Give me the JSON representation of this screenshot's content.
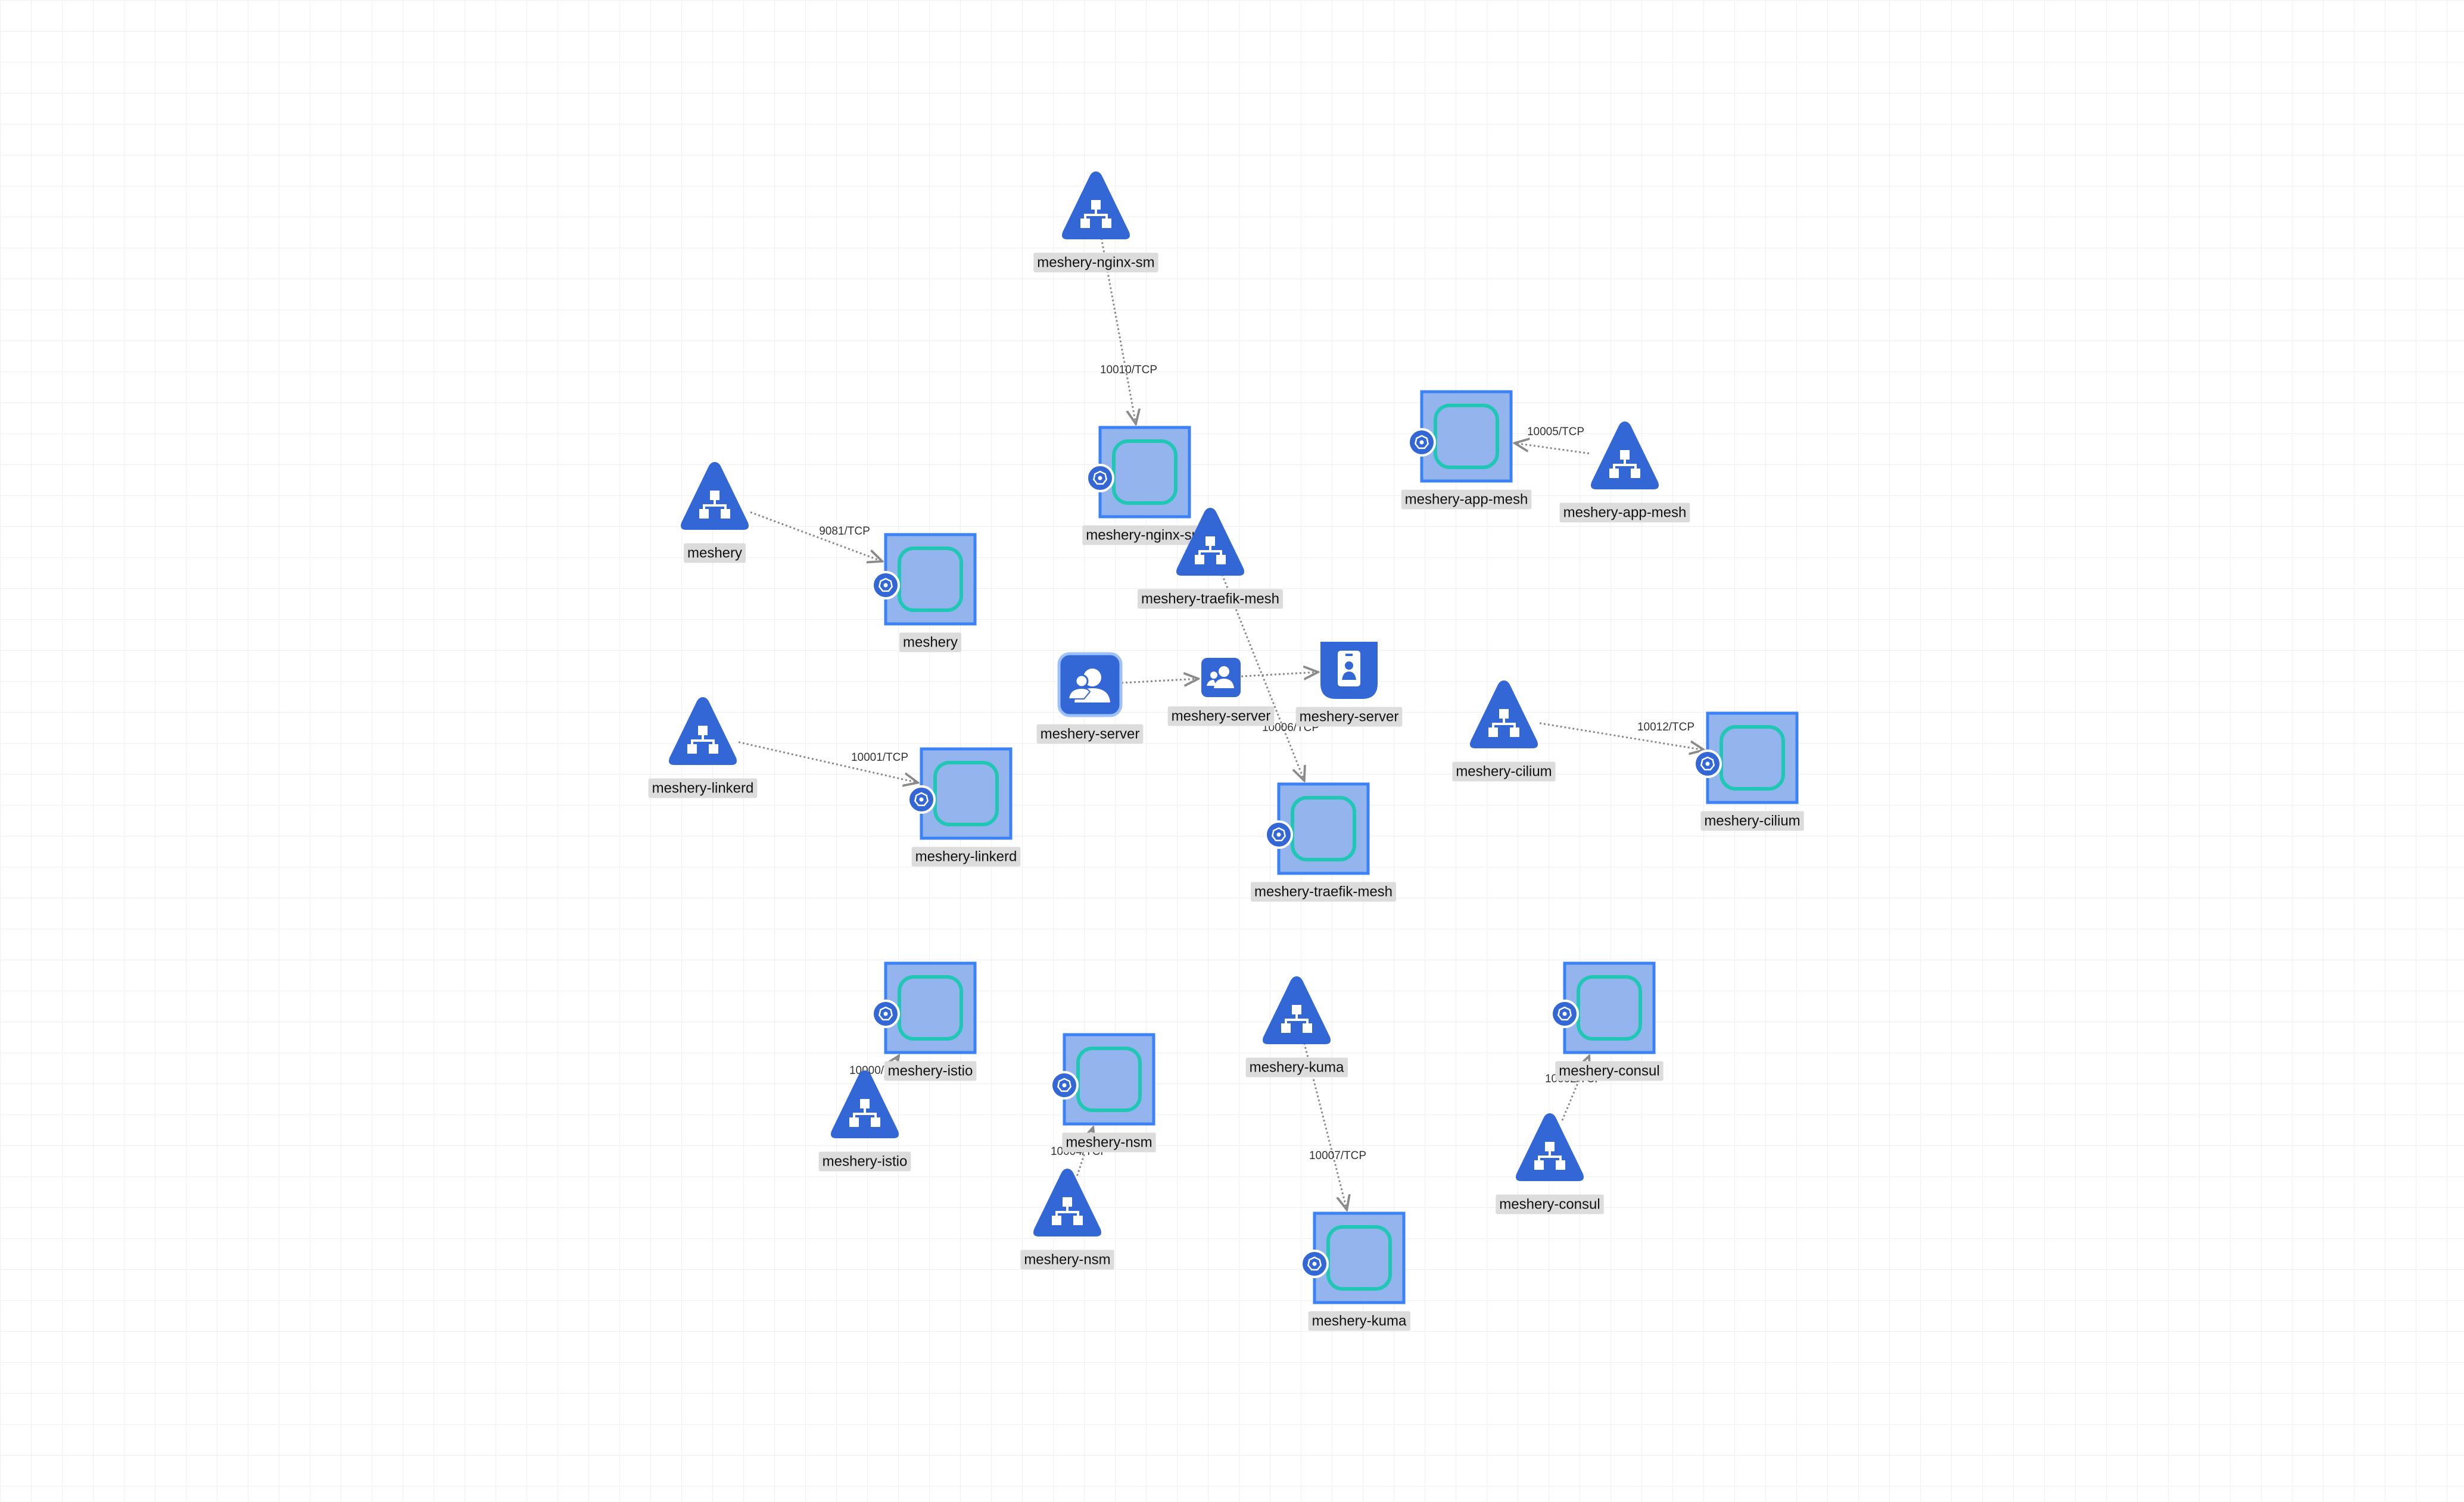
{
  "colors": {
    "service": "#3367d6",
    "pod_border": "#3b82f6",
    "pod_fill": "#93b4ec",
    "pod_inner": "#20c7b5",
    "edge": "#8a8a8a",
    "grid": "#f1f1f1"
  },
  "nodes": [
    {
      "id": "svc-nginx",
      "kind": "service",
      "icon": "network-hierarchy-icon",
      "label": "meshery-nginx-sm"
    },
    {
      "id": "pod-nginx",
      "kind": "pod",
      "icon": "kubernetes-icon",
      "label": "meshery-nginx-sm"
    },
    {
      "id": "svc-meshery",
      "kind": "service",
      "icon": "network-hierarchy-icon",
      "label": "meshery"
    },
    {
      "id": "pod-meshery",
      "kind": "pod",
      "icon": "kubernetes-icon",
      "label": "meshery"
    },
    {
      "id": "svc-traefik",
      "kind": "service",
      "icon": "network-hierarchy-icon",
      "label": "meshery-traefik-mesh"
    },
    {
      "id": "pod-traefik",
      "kind": "pod",
      "icon": "kubernetes-icon",
      "label": "meshery-traefik-mesh"
    },
    {
      "id": "pod-appmesh",
      "kind": "pod",
      "icon": "kubernetes-icon",
      "label": "meshery-app-mesh"
    },
    {
      "id": "svc-appmesh",
      "kind": "service",
      "icon": "network-hierarchy-icon",
      "label": "meshery-app-mesh"
    },
    {
      "id": "sa-server",
      "kind": "serviceaccount",
      "icon": "user-account-icon",
      "label": "meshery-server"
    },
    {
      "id": "rb-server",
      "kind": "rolebinding",
      "icon": "role-binding-icon",
      "label": "meshery-server"
    },
    {
      "id": "role-server",
      "kind": "role",
      "icon": "id-badge-icon",
      "label": "meshery-server"
    },
    {
      "id": "svc-linkerd",
      "kind": "service",
      "icon": "network-hierarchy-icon",
      "label": "meshery-linkerd"
    },
    {
      "id": "pod-linkerd",
      "kind": "pod",
      "icon": "kubernetes-icon",
      "label": "meshery-linkerd"
    },
    {
      "id": "svc-cilium",
      "kind": "service",
      "icon": "network-hierarchy-icon",
      "label": "meshery-cilium"
    },
    {
      "id": "pod-cilium",
      "kind": "pod",
      "icon": "kubernetes-icon",
      "label": "meshery-cilium"
    },
    {
      "id": "pod-istio",
      "kind": "pod",
      "icon": "kubernetes-icon",
      "label": "meshery-istio"
    },
    {
      "id": "svc-istio",
      "kind": "service",
      "icon": "network-hierarchy-icon",
      "label": "meshery-istio"
    },
    {
      "id": "pod-nsm",
      "kind": "pod",
      "icon": "kubernetes-icon",
      "label": "meshery-nsm"
    },
    {
      "id": "svc-nsm",
      "kind": "service",
      "icon": "network-hierarchy-icon",
      "label": "meshery-nsm"
    },
    {
      "id": "svc-kuma",
      "kind": "service",
      "icon": "network-hierarchy-icon",
      "label": "meshery-kuma"
    },
    {
      "id": "pod-kuma",
      "kind": "pod",
      "icon": "kubernetes-icon",
      "label": "meshery-kuma"
    },
    {
      "id": "pod-consul",
      "kind": "pod",
      "icon": "kubernetes-icon",
      "label": "meshery-consul"
    },
    {
      "id": "svc-consul",
      "kind": "service",
      "icon": "network-hierarchy-icon",
      "label": "meshery-consul"
    }
  ],
  "edges": [
    {
      "from": "svc-nginx",
      "to": "pod-nginx",
      "label": "10010/TCP"
    },
    {
      "from": "svc-meshery",
      "to": "pod-meshery",
      "label": "9081/TCP"
    },
    {
      "from": "svc-appmesh",
      "to": "pod-appmesh",
      "label": "10005/TCP"
    },
    {
      "from": "svc-traefik",
      "to": "pod-traefik",
      "label": "10006/TCP"
    },
    {
      "from": "svc-linkerd",
      "to": "pod-linkerd",
      "label": "10001/TCP"
    },
    {
      "from": "svc-cilium",
      "to": "pod-cilium",
      "label": "10012/TCP"
    },
    {
      "from": "svc-istio",
      "to": "pod-istio",
      "label": "10000/TCP"
    },
    {
      "from": "svc-nsm",
      "to": "pod-nsm",
      "label": "10004/TCP"
    },
    {
      "from": "svc-kuma",
      "to": "pod-kuma",
      "label": "10007/TCP"
    },
    {
      "from": "svc-consul",
      "to": "pod-consul",
      "label": "10002/TCP"
    },
    {
      "from": "sa-server",
      "to": "rb-server",
      "label": ""
    },
    {
      "from": "rb-server",
      "to": "role-server",
      "label": ""
    }
  ]
}
